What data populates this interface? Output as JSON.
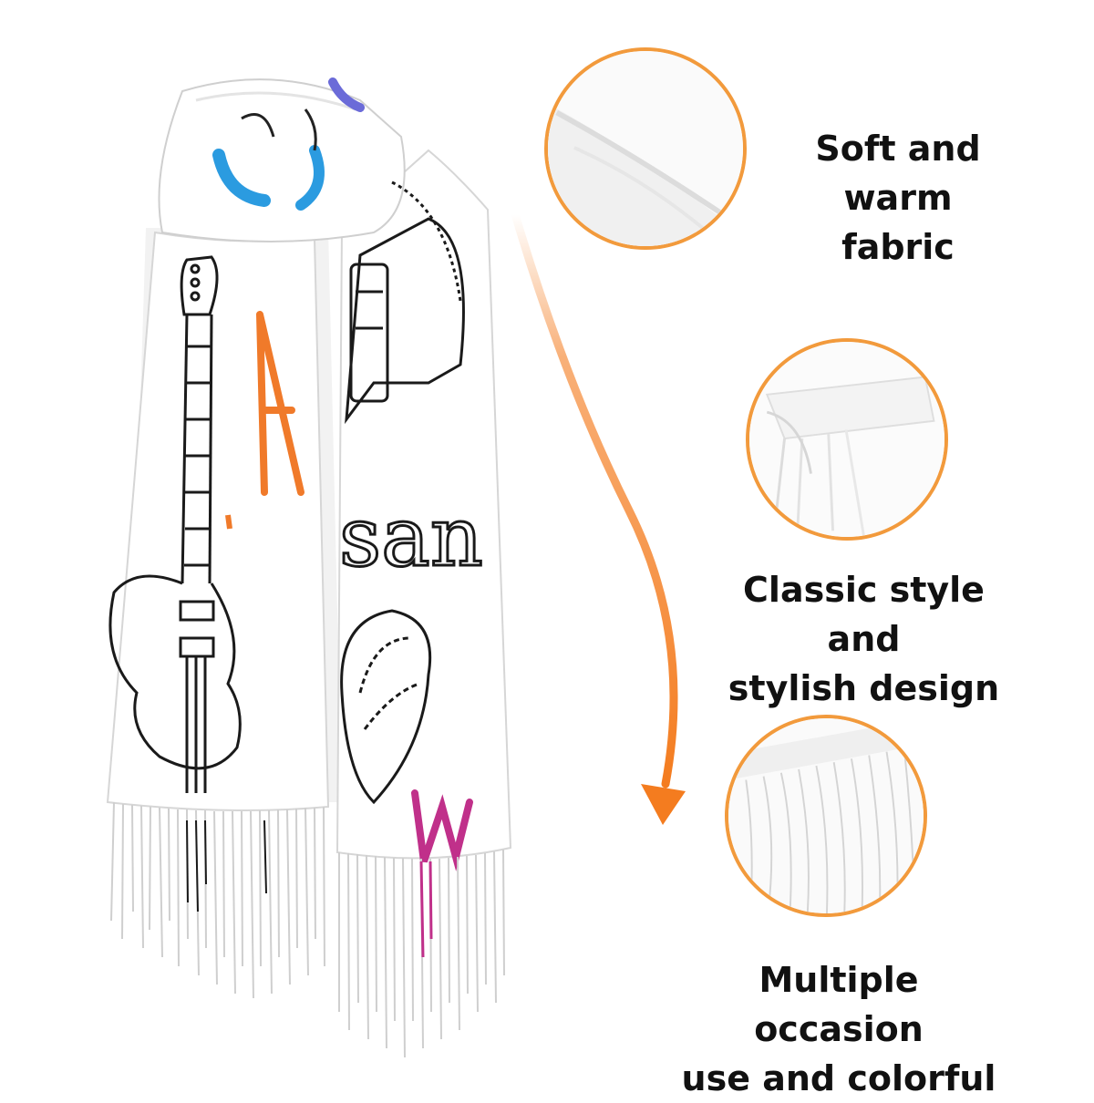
{
  "features": [
    {
      "line1": "Soft and",
      "line2": "warm fabric",
      "icon": "fabric-fold-detail"
    },
    {
      "line1": "Classic style and",
      "line2": "stylish design",
      "icon": "fabric-pleat-detail"
    },
    {
      "line1": "Multiple occasion",
      "line2": "use and colorful",
      "icon": "fringe-tassel-detail"
    }
  ],
  "scarf_print": {
    "letters": [
      "A",
      "san",
      "W"
    ],
    "colors": {
      "accent_blue": "#2b9be0",
      "accent_orange": "#f07a2a",
      "accent_magenta": "#c0308a"
    }
  },
  "colors": {
    "ring": "#f29a3c",
    "arrow": "#f47c1f",
    "text": "#111111"
  }
}
